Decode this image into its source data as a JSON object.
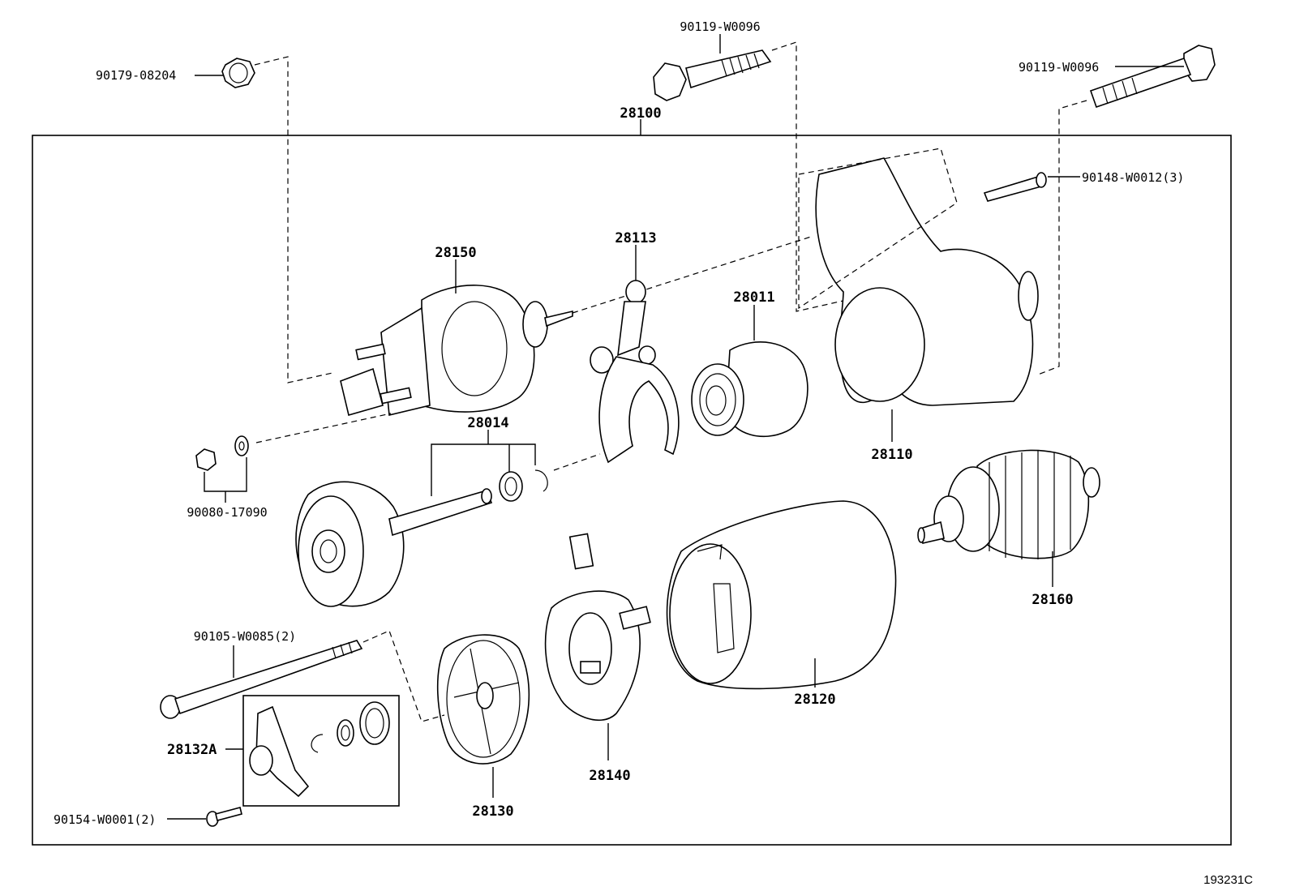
{
  "diagram": {
    "figure_id": "193231C",
    "assembly_label": "28100",
    "labels": {
      "bolt_nut_top_left": "90179-08204",
      "bolt_top_center": "90119-W0096",
      "bolt_top_right": "90119-W0096",
      "screw_right": "90148-W0012(3)",
      "magnetic_switch": "28150",
      "lever": "28113",
      "clutch": "28011",
      "housing": "28110",
      "shaft_set": "28014",
      "nut_washer": "90080-17090",
      "armature": "28160",
      "through_bolt": "90105-W0085(2)",
      "yoke": "28120",
      "brush_holder": "28140",
      "end_frame": "28130",
      "bearing_kit": "28132A",
      "screw_bottom_left": "90154-W0001(2)"
    }
  }
}
